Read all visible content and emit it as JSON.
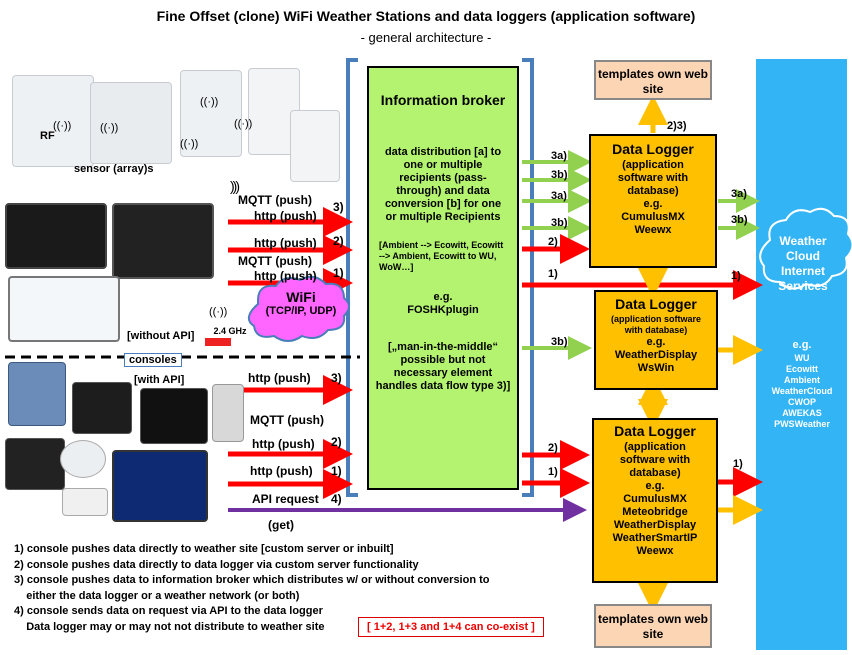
{
  "title": "Fine Offset (clone) WiFi Weather Stations  and data loggers (application software)",
  "subtitle": "- general architecture -",
  "sensors": {
    "rf_label": "RF",
    "sensor_label": "sensor (array)s"
  },
  "broker": {
    "title": "Information broker",
    "distribution": "data distribution [a] to one or multiple recipients (pass-through) and data conversion [b] for one or multiple Recipients",
    "conversions": "[Ambient --> Ecowitt, Ecowitt --> Ambient, Ecowitt to WU, WoW…]",
    "example_prefix": "e.g.",
    "example": "FOSHKplugin",
    "mitm": "[„man-in-the-middle“ possible but not necessary element handles data flow type 3)]"
  },
  "loggers": [
    {
      "title": "Data Logger",
      "desc": "(application software with database)",
      "eg": "e.g.",
      "examples": [
        "CumulusMX",
        "Weewx"
      ]
    },
    {
      "title": "Data Logger",
      "desc": "(application software with database)",
      "eg": "e.g.",
      "examples": [
        "WeatherDisplay",
        "WsWin"
      ]
    },
    {
      "title": "Data Logger",
      "desc": "(application software with database)",
      "eg": "e.g.",
      "examples": [
        "CumulusMX",
        "Meteobridge",
        "WeatherDisplay",
        "WeatherSmartIP",
        "Weewx"
      ]
    }
  ],
  "templates": {
    "top": "templates own web site",
    "bottom": "templates own web site",
    "top_link": "2)3)"
  },
  "cloud": {
    "label": "Weather Cloud Internet Services",
    "eg": "e.g.",
    "services": [
      "WU",
      "Ecowitt",
      "Ambient",
      "WeatherCloud",
      "CWOP",
      "AWEKAS",
      "PWSWeather"
    ]
  },
  "wifi": {
    "label": "WiFi",
    "sub": "(TCP/IP, UDP)",
    "freq": "2.4 GHz"
  },
  "consoles": {
    "without_api": "[without API]",
    "label": "consoles",
    "with_api": "[with API]"
  },
  "flows_upper": [
    {
      "text": "MQTT  (push)",
      "num": "3)"
    },
    {
      "text": "http (push)",
      "num": ""
    },
    {
      "text": "http (push)",
      "num": "2)"
    },
    {
      "text": "MQTT  (push)",
      "num": ""
    },
    {
      "text": "http (push)",
      "num": "1)"
    }
  ],
  "flows_lower": [
    {
      "text": "http  (push)",
      "num": "3)"
    },
    {
      "text": "MQTT  (push)",
      "num": ""
    },
    {
      "text": "http (push)",
      "num": "2)"
    },
    {
      "text": "http (push)",
      "num": "1)"
    },
    {
      "text": "API request",
      "num": "4)"
    },
    {
      "text": "(get)",
      "num": ""
    }
  ],
  "arrow_labels": {
    "broker_out": [
      "3a)",
      "3b)",
      "3a)",
      "3b)",
      "2)",
      "1)",
      "3b)",
      "2)",
      "1)"
    ],
    "logger1_out": [
      "3a)",
      "3b)"
    ],
    "cloud_in": "1)",
    "logger3_out": "1)"
  },
  "legend": [
    "1) console pushes data directly to weather site [custom server or inbuilt]",
    "2) console pushes data directly to data logger via custom server functionality",
    "3) console pushes data to information broker which distributes w/ or without conversion to",
    "    either the data logger or a weather network (or both)",
    "4) console sends data on request via API to the data logger",
    "    Data logger may or may not not distribute to weather site"
  ],
  "coexist": "[ 1+2, 1+3 and 1+4 can co-exist ]",
  "colors": {
    "broker": "#b3f36f",
    "logger": "#ffc000",
    "template": "#fcd5b5",
    "cloud_panel": "#33b5f5",
    "red_arrow": "#ff0000",
    "green_arrow": "#92d050",
    "orange_arrow": "#ffc000",
    "purple_arrow": "#7030a0",
    "wifi": "#ff66ff"
  }
}
